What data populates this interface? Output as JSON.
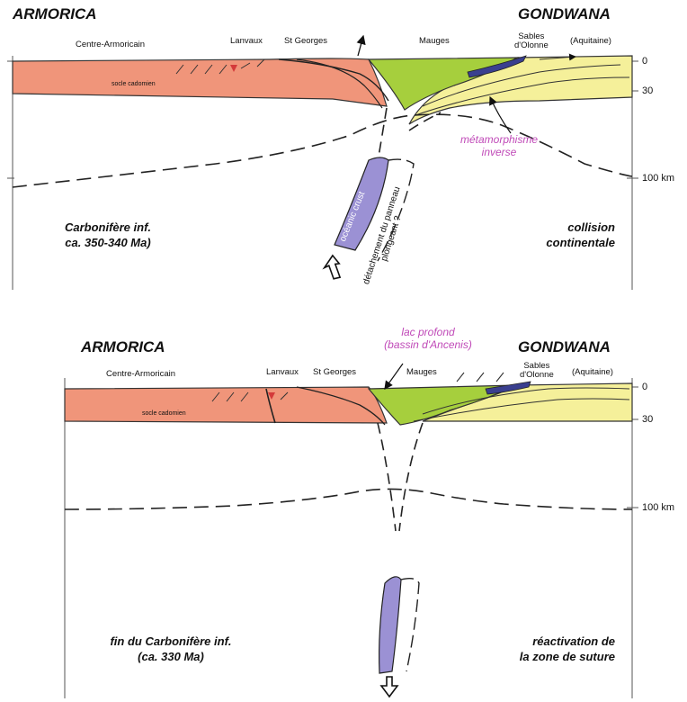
{
  "panel_top": {
    "left_plate": "ARMORICA",
    "right_plate": "GONDWANA",
    "regions": {
      "centre_armoricain": "Centre-Armoricain",
      "lanvaux": "Lanvaux",
      "st_georges": "St Georges",
      "mauges": "Mauges",
      "sables_line1": "Sables",
      "sables_line2": "d'Olonne",
      "aquitaine": "(Aquitaine)"
    },
    "socle_label": "socle cadomien",
    "slab_label": "océanic crust",
    "detachment_line1": "détachement du panneau",
    "detachment_line2": "plongeant ?",
    "metamorphism_line1": "métamorphisme",
    "metamorphism_line2": "inverse",
    "depth_labels": [
      "0",
      "30",
      "100 km"
    ],
    "caption_left_line1": "Carbonifère inf.",
    "caption_left_line2": "ca. 350-340 Ma)",
    "caption_right_line1": "collision",
    "caption_right_line2": "continentale",
    "colors": {
      "crust_armorica": "#f0957a",
      "crust_gondwana": "#f5f09a",
      "basin": "#a6cf3d",
      "slab": "#9b91d4",
      "metamorphic_text": "#c04ab8"
    }
  },
  "panel_bottom": {
    "left_plate": "ARMORICA",
    "right_plate": "GONDWANA",
    "lake_line1": "lac profond",
    "lake_line2": "(bassin d'Ancenis)",
    "regions": {
      "centre_armoricain": "Centre-Armoricain",
      "lanvaux": "Lanvaux",
      "st_georges": "St Georges",
      "mauges": "Mauges",
      "sables_line1": "Sables",
      "sables_line2": "d'Olonne",
      "aquitaine": "(Aquitaine)"
    },
    "socle_label": "socle cadomien",
    "depth_labels": [
      "0",
      "30",
      "100 km"
    ],
    "caption_left_line1": "fin du Carbonifère inf.",
    "caption_left_line2": "(ca. 330 Ma)",
    "caption_right_line1": "réactivation de",
    "caption_right_line2": "la zone de suture"
  }
}
